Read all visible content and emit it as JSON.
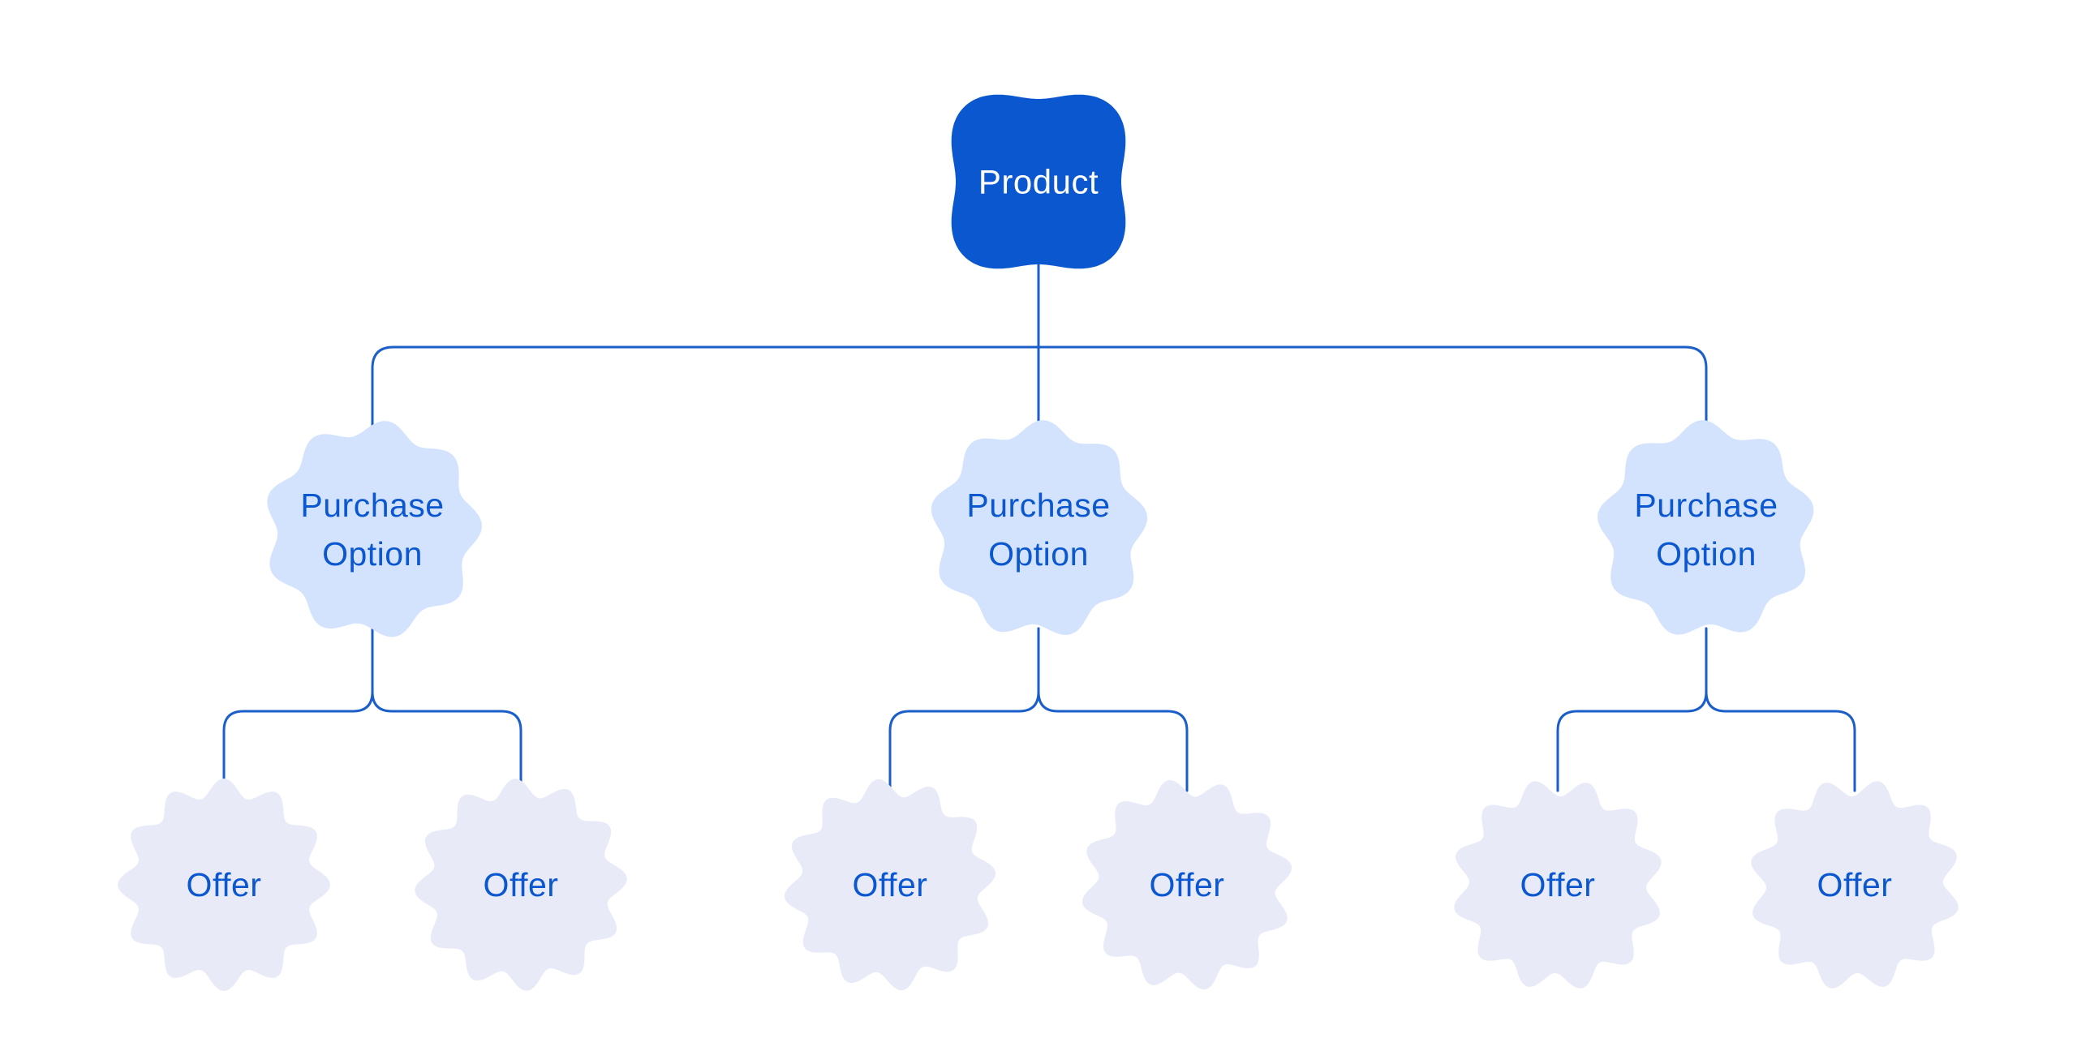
{
  "diagram": {
    "type": "tree",
    "colors": {
      "product_fill": "#0b57d0",
      "product_text": "#ffffff",
      "purchase_fill": "#d3e3fd",
      "purchase_text": "#0b57d0",
      "offer_fill": "#e8ebf7",
      "offer_text": "#0b57d0",
      "connector": "#1b5ec9",
      "background": "#ffffff"
    },
    "root": {
      "label": "Product"
    },
    "purchase_options": [
      {
        "label": "Purchase Option",
        "lines": [
          "Purchase",
          "Option"
        ],
        "offers": [
          {
            "label": "Offer"
          },
          {
            "label": "Offer"
          }
        ]
      },
      {
        "label": "Purchase Option",
        "lines": [
          "Purchase",
          "Option"
        ],
        "offers": [
          {
            "label": "Offer"
          },
          {
            "label": "Offer"
          }
        ]
      },
      {
        "label": "Purchase Option",
        "lines": [
          "Purchase",
          "Option"
        ],
        "offers": [
          {
            "label": "Offer"
          },
          {
            "label": "Offer"
          }
        ]
      }
    ]
  }
}
